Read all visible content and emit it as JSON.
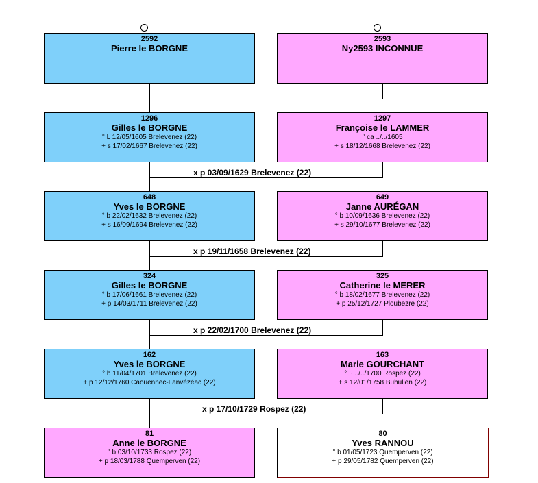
{
  "generations": [
    {
      "left": {
        "sosa": "2592",
        "name": "Pierre le BORGNE",
        "events": [],
        "sex": "male"
      },
      "right": {
        "sosa": "2593",
        "name": "Ny2593 INCONNUE",
        "events": [],
        "sex": "female"
      },
      "marriage": ""
    },
    {
      "left": {
        "sosa": "1296",
        "name": "Gilles le BORGNE",
        "events": [
          "° L 12/05/1605 Brelevenez (22)",
          "+ s 17/02/1667 Brelevenez (22)"
        ],
        "sex": "male"
      },
      "right": {
        "sosa": "1297",
        "name": "Françoise le LAMMER",
        "events": [
          "° ca ../../1605",
          "+ s 18/12/1668 Brelevenez (22)"
        ],
        "sex": "female"
      },
      "marriage": "x p 03/09/1629 Brelevenez (22)"
    },
    {
      "left": {
        "sosa": "648",
        "name": "Yves le BORGNE",
        "events": [
          "° b 22/02/1632 Brelevenez (22)",
          "+ s 16/09/1694 Brelevenez (22)"
        ],
        "sex": "male"
      },
      "right": {
        "sosa": "649",
        "name": "Janne AURÉGAN",
        "events": [
          "° b 10/09/1636 Brelevenez (22)",
          "+ s 29/10/1677 Brelevenez (22)"
        ],
        "sex": "female"
      },
      "marriage": "x p 19/11/1658 Brelevenez (22)"
    },
    {
      "left": {
        "sosa": "324",
        "name": "Gilles le BORGNE",
        "events": [
          "° b 17/06/1661 Brelevenez (22)",
          "+ p 14/03/1711 Brelevenez (22)"
        ],
        "sex": "male"
      },
      "right": {
        "sosa": "325",
        "name": "Catherine le MERER",
        "events": [
          "° b 18/02/1677 Brelevenez (22)",
          "+ p 25/12/1727 Ploubezre (22)"
        ],
        "sex": "female"
      },
      "marriage": "x p 22/02/1700 Brelevenez (22)"
    },
    {
      "left": {
        "sosa": "162",
        "name": "Yves le BORGNE",
        "events": [
          "° b 11/04/1701 Brelevenez (22)",
          "+ p 12/12/1760 Caouënnec-Lanvézéac (22)"
        ],
        "sex": "male"
      },
      "right": {
        "sosa": "163",
        "name": "Marie GOURCHANT",
        "events": [
          "° ~ ../../1700 Rospez (22)",
          "+ s 12/01/1758 Buhulien (22)"
        ],
        "sex": "female"
      },
      "marriage": "x p 17/10/1729 Rospez (22)"
    },
    {
      "left": {
        "sosa": "81",
        "name": "Anne le BORGNE",
        "events": [
          "° b 03/10/1733 Rospez (22)",
          "+ p 18/03/1788 Quemperven (22)"
        ],
        "sex": "female"
      },
      "right": {
        "sosa": "80",
        "name": "Yves RANNOU",
        "events": [
          "° b 01/05/1723 Quemperven (22)",
          "+ p 29/05/1782 Quemperven (22)"
        ],
        "sex": "plain"
      },
      "marriage": ""
    }
  ]
}
